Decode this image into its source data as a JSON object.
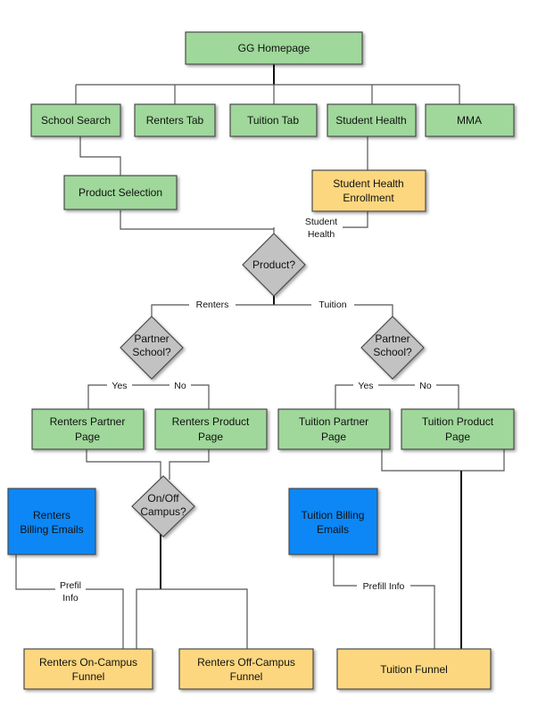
{
  "nodes": {
    "homepage": "GG Homepage",
    "school_search": "School Search",
    "renters_tab": "Renters Tab",
    "tuition_tab": "Tuition Tab",
    "student_health": "Student Health",
    "mma": "MMA",
    "product_selection": "Product Selection",
    "sh_enrollment_1": "Student Health",
    "sh_enrollment_2": "Enrollment",
    "product_decision": "Product?",
    "partner_left_1": "Partner",
    "partner_left_2": "School?",
    "partner_right_1": "Partner",
    "partner_right_2": "School?",
    "renters_partner_1": "Renters Partner",
    "renters_partner_2": "Page",
    "renters_product_1": "Renters Product",
    "renters_product_2": "Page",
    "tuition_partner_1": "Tuition Partner",
    "tuition_partner_2": "Page",
    "tuition_product_1": "Tuition Product",
    "tuition_product_2": "Page",
    "renters_billing_1": "Renters",
    "renters_billing_2": "Billing Emails",
    "on_off_1": "On/Off",
    "on_off_2": "Campus?",
    "tuition_billing_1": "Tuition Billing",
    "tuition_billing_2": "Emails",
    "on_campus_1": "Renters On-Campus",
    "on_campus_2": "Funnel",
    "off_campus_1": "Renters Off-Campus",
    "off_campus_2": "Funnel",
    "tuition_funnel": "Tuition Funnel"
  },
  "edge_labels": {
    "student_health_1": "Student",
    "student_health_2": "Health",
    "renters": "Renters",
    "tuition": "Tuition",
    "yes_left": "Yes",
    "no_left": "No",
    "yes_right": "Yes",
    "no_right": "No",
    "prefil_1": "Prefil",
    "prefil_2": "Info",
    "prefill": "Prefill Info"
  },
  "colors": {
    "page_node": "#9fd89a",
    "funnel_node": "#fdd77f",
    "email_node": "#0a87f5",
    "decision_node": "#c2c2c2"
  }
}
